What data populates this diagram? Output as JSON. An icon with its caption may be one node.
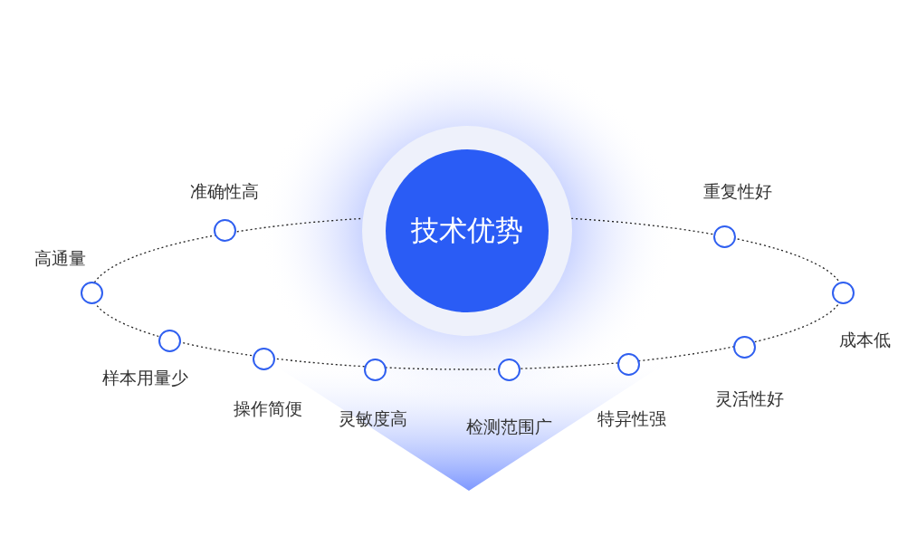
{
  "diagram": {
    "nodes": [
      {
        "text": [
          "技术优势"
        ]
      },
      {
        "text": [],
        "shape": "circle",
        "beside": [
          "准确性高"
        ]
      },
      {
        "text": [],
        "shape": "circle",
        "beside": [
          "重复性好"
        ]
      },
      {
        "text": [],
        "shape": "circle",
        "beside": [
          "高通量"
        ]
      },
      {
        "text": [],
        "shape": "circle",
        "beside": [
          "成本低"
        ]
      },
      {
        "text": [],
        "shape": "circle",
        "beside": [
          "样本用量少"
        ]
      },
      {
        "text": [],
        "shape": "circle",
        "beside": [
          "灵活性好"
        ]
      },
      {
        "text": [],
        "shape": "circle",
        "beside": [
          "操作简便"
        ]
      },
      {
        "text": [],
        "shape": "circle",
        "beside": [
          "灵敏度高"
        ]
      },
      {
        "text": [],
        "shape": "circle",
        "beside": [
          "特异性强"
        ]
      },
      {
        "text": [],
        "shape": "circle",
        "beside": [
          "检测范围广"
        ]
      }
    ],
    "edges": []
  }
}
